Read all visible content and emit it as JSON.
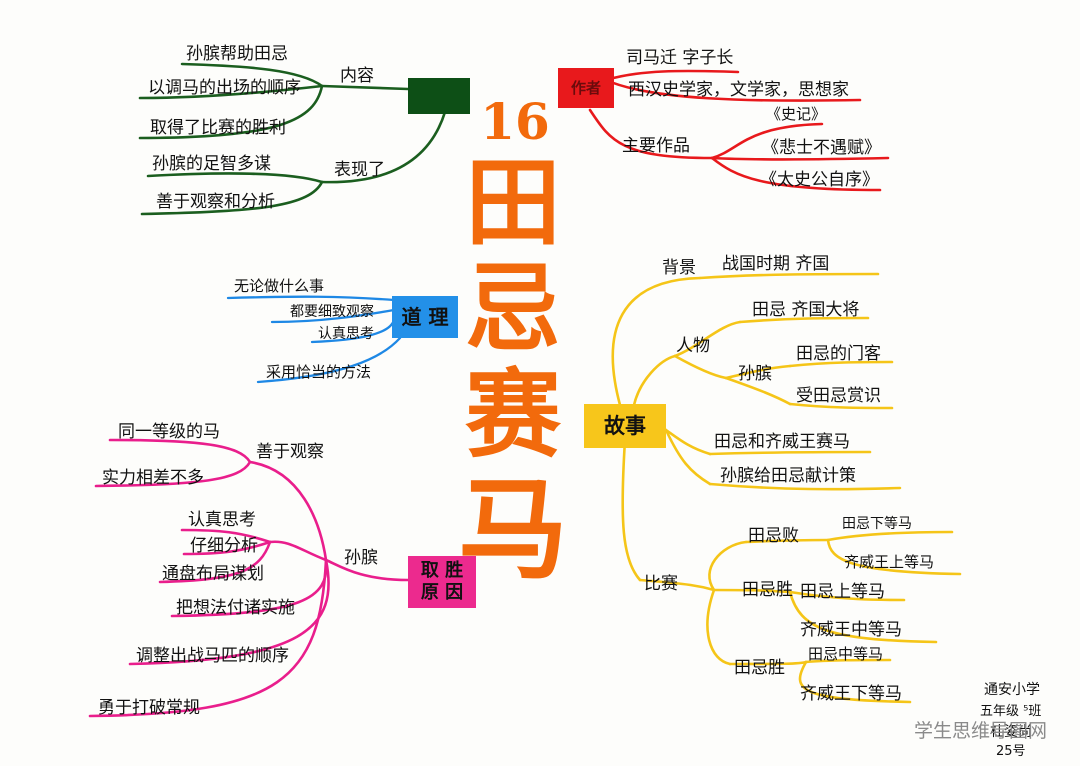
{
  "title": {
    "number": "16",
    "chars": [
      "田",
      "忌",
      "赛",
      "马"
    ]
  },
  "colors": {
    "title": "#f26a0c",
    "green": "#1b5e1f",
    "red": "#e8191c",
    "blue": "#1e88e5",
    "yellow": "#f5c518",
    "magenta": "#e91e8c",
    "dark_green_box": "#0d4f16",
    "gold_box": "#f7c61b"
  },
  "nodes": {
    "zhongxin": {
      "label": ""
    },
    "zuozhe": {
      "label": "作者"
    },
    "daoli": {
      "label": "道 理"
    },
    "gushi": {
      "label": "故事"
    },
    "qusheng": {
      "line1": "取 胜",
      "line2": "原 因"
    }
  },
  "green": {
    "neirong": "内容",
    "biaoxianle": "表现了",
    "items": [
      "孙膑帮助田忌",
      "以调马的出场的顺序",
      "取得了比赛的胜利",
      "孙膑的足智多谋",
      "善于观察和分析"
    ]
  },
  "author": {
    "name": "司马迁  字子长",
    "desc": "西汉史学家，文学家，思想家",
    "works_label": "主要作品",
    "works": [
      "《史记》",
      "《悲士不遇赋》",
      "《太史公自序》"
    ]
  },
  "daoli": {
    "items": [
      "无论做什么事",
      "都要细致观察",
      "认真思考",
      "采用恰当的方法"
    ]
  },
  "qusheng": {
    "shanyu": "善于观察",
    "shanyu_items": [
      "同一等级的马",
      "实力相差不多"
    ],
    "sunbin": "孙膑",
    "sunbin_items": [
      "认真思考",
      "仔细分析",
      "通盘布局谋划"
    ],
    "more": [
      "把想法付诸实施",
      "调整出战马匹的顺序",
      "勇于打破常规"
    ]
  },
  "story": {
    "beijing": "背景",
    "beijing_text": "战国时期   齐国",
    "renwu": "人物",
    "tianji": "田忌  齐国大将",
    "sunbin": "孙膑",
    "sunbin_items": [
      "田忌的门客",
      "受田忌赏识"
    ],
    "events": [
      "田忌和齐威王赛马",
      "孙膑给田忌献计策"
    ],
    "bisai": "比赛",
    "rounds": [
      {
        "label": "田忌败",
        "items": [
          "田忌下等马",
          "齐威王上等马"
        ]
      },
      {
        "label": "田忌胜",
        "items": [
          "田忌上等马",
          "齐威王中等马"
        ]
      },
      {
        "label": "田忌胜",
        "items": [
          "田忌中等马",
          "齐威王下等马"
        ]
      }
    ]
  },
  "signature": [
    "通安小学",
    "五年级  ⁵班",
    "杜姿尚",
    "25号"
  ],
  "watermark": "学生思维导图网"
}
